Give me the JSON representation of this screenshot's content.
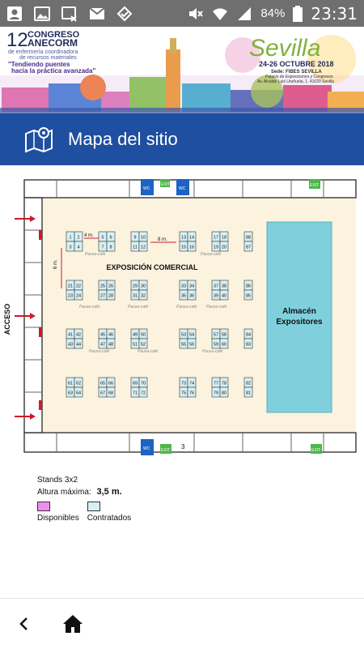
{
  "status_bar": {
    "battery": "84%",
    "time": "23:31",
    "icons": [
      "account-icon",
      "image-icon",
      "image-crossed-icon",
      "mail-icon",
      "check-tag-icon",
      "mute-icon",
      "wifi-icon",
      "signal-icon",
      "battery-icon"
    ]
  },
  "banner": {
    "edition": "12",
    "congress_line1": "CONGRESO",
    "congress_line2": "ANECORM",
    "subtitle1": "de enfermería coordinadora",
    "subtitle2": "de recursos materiales",
    "slogan1": "\"Tendiendo puentes",
    "slogan2": "hacia la práctica avanzada\"",
    "city": "Sevilla",
    "dates": "24-26 OCTUBRE 2018",
    "venue1": "Sede: FIBES SEVILLA",
    "venue2": "Palacio de Exposiciones y Congresos",
    "venue3": "Av. Alcalde Luis Uruñuela, 1. 41020 Sevilla"
  },
  "header": {
    "title": "Mapa del sitio",
    "icon": "map-pin-icon"
  },
  "floorplan": {
    "exhibition_label": "EXPOSICIÓN COMERCIAL",
    "storage_label1": "Almacén",
    "storage_label2": "Expositores",
    "access_label": "ACCESO",
    "pausa_label": "Pausa-café",
    "wc_label": "WC",
    "exit_label": "EXIT",
    "exit_label_rot": "EXIT",
    "dim_4m": "4 m.",
    "dim_8m": "8 m.",
    "dim_6m": "6 m.",
    "door_number": "3",
    "stands": [
      [
        "1",
        "2",
        "3",
        "4"
      ],
      [
        "5",
        "6",
        "7",
        "8"
      ],
      [
        "9",
        "10",
        "11",
        "12"
      ],
      [
        "13",
        "14",
        "15",
        "16"
      ],
      [
        "17",
        "18",
        "19",
        "20"
      ],
      [
        "88",
        "87"
      ],
      [
        "21",
        "22",
        "23",
        "24"
      ],
      [
        "25",
        "26",
        "27",
        "28"
      ],
      [
        "29",
        "30",
        "31",
        "32"
      ],
      [
        "33",
        "34",
        "35",
        "36"
      ],
      [
        "37",
        "38",
        "39",
        "40"
      ],
      [
        "86",
        "85"
      ],
      [
        "41",
        "42",
        "43",
        "44"
      ],
      [
        "45",
        "46",
        "47",
        "48"
      ],
      [
        "49",
        "50",
        "51",
        "52"
      ],
      [
        "53",
        "54",
        "55",
        "56"
      ],
      [
        "57",
        "58",
        "59",
        "60"
      ],
      [
        "84",
        "83"
      ],
      [
        "61",
        "62",
        "63",
        "64"
      ],
      [
        "65",
        "66",
        "67",
        "68"
      ],
      [
        "69",
        "70",
        "71",
        "72"
      ],
      [
        "73",
        "74",
        "75",
        "76"
      ],
      [
        "77",
        "78",
        "79",
        "80"
      ],
      [
        "82",
        "81"
      ]
    ]
  },
  "legend": {
    "stands": "Stands 3x2",
    "max_height_label": "Altura máxima:",
    "max_height_value": "3,5 m.",
    "available": "Disponibles",
    "contracted": "Contratados",
    "available_color": "#f08cf0",
    "contracted_color": "#d6f0f4"
  },
  "navbar": {
    "back_icon": "chevron-left-icon",
    "home_icon": "home-icon"
  }
}
